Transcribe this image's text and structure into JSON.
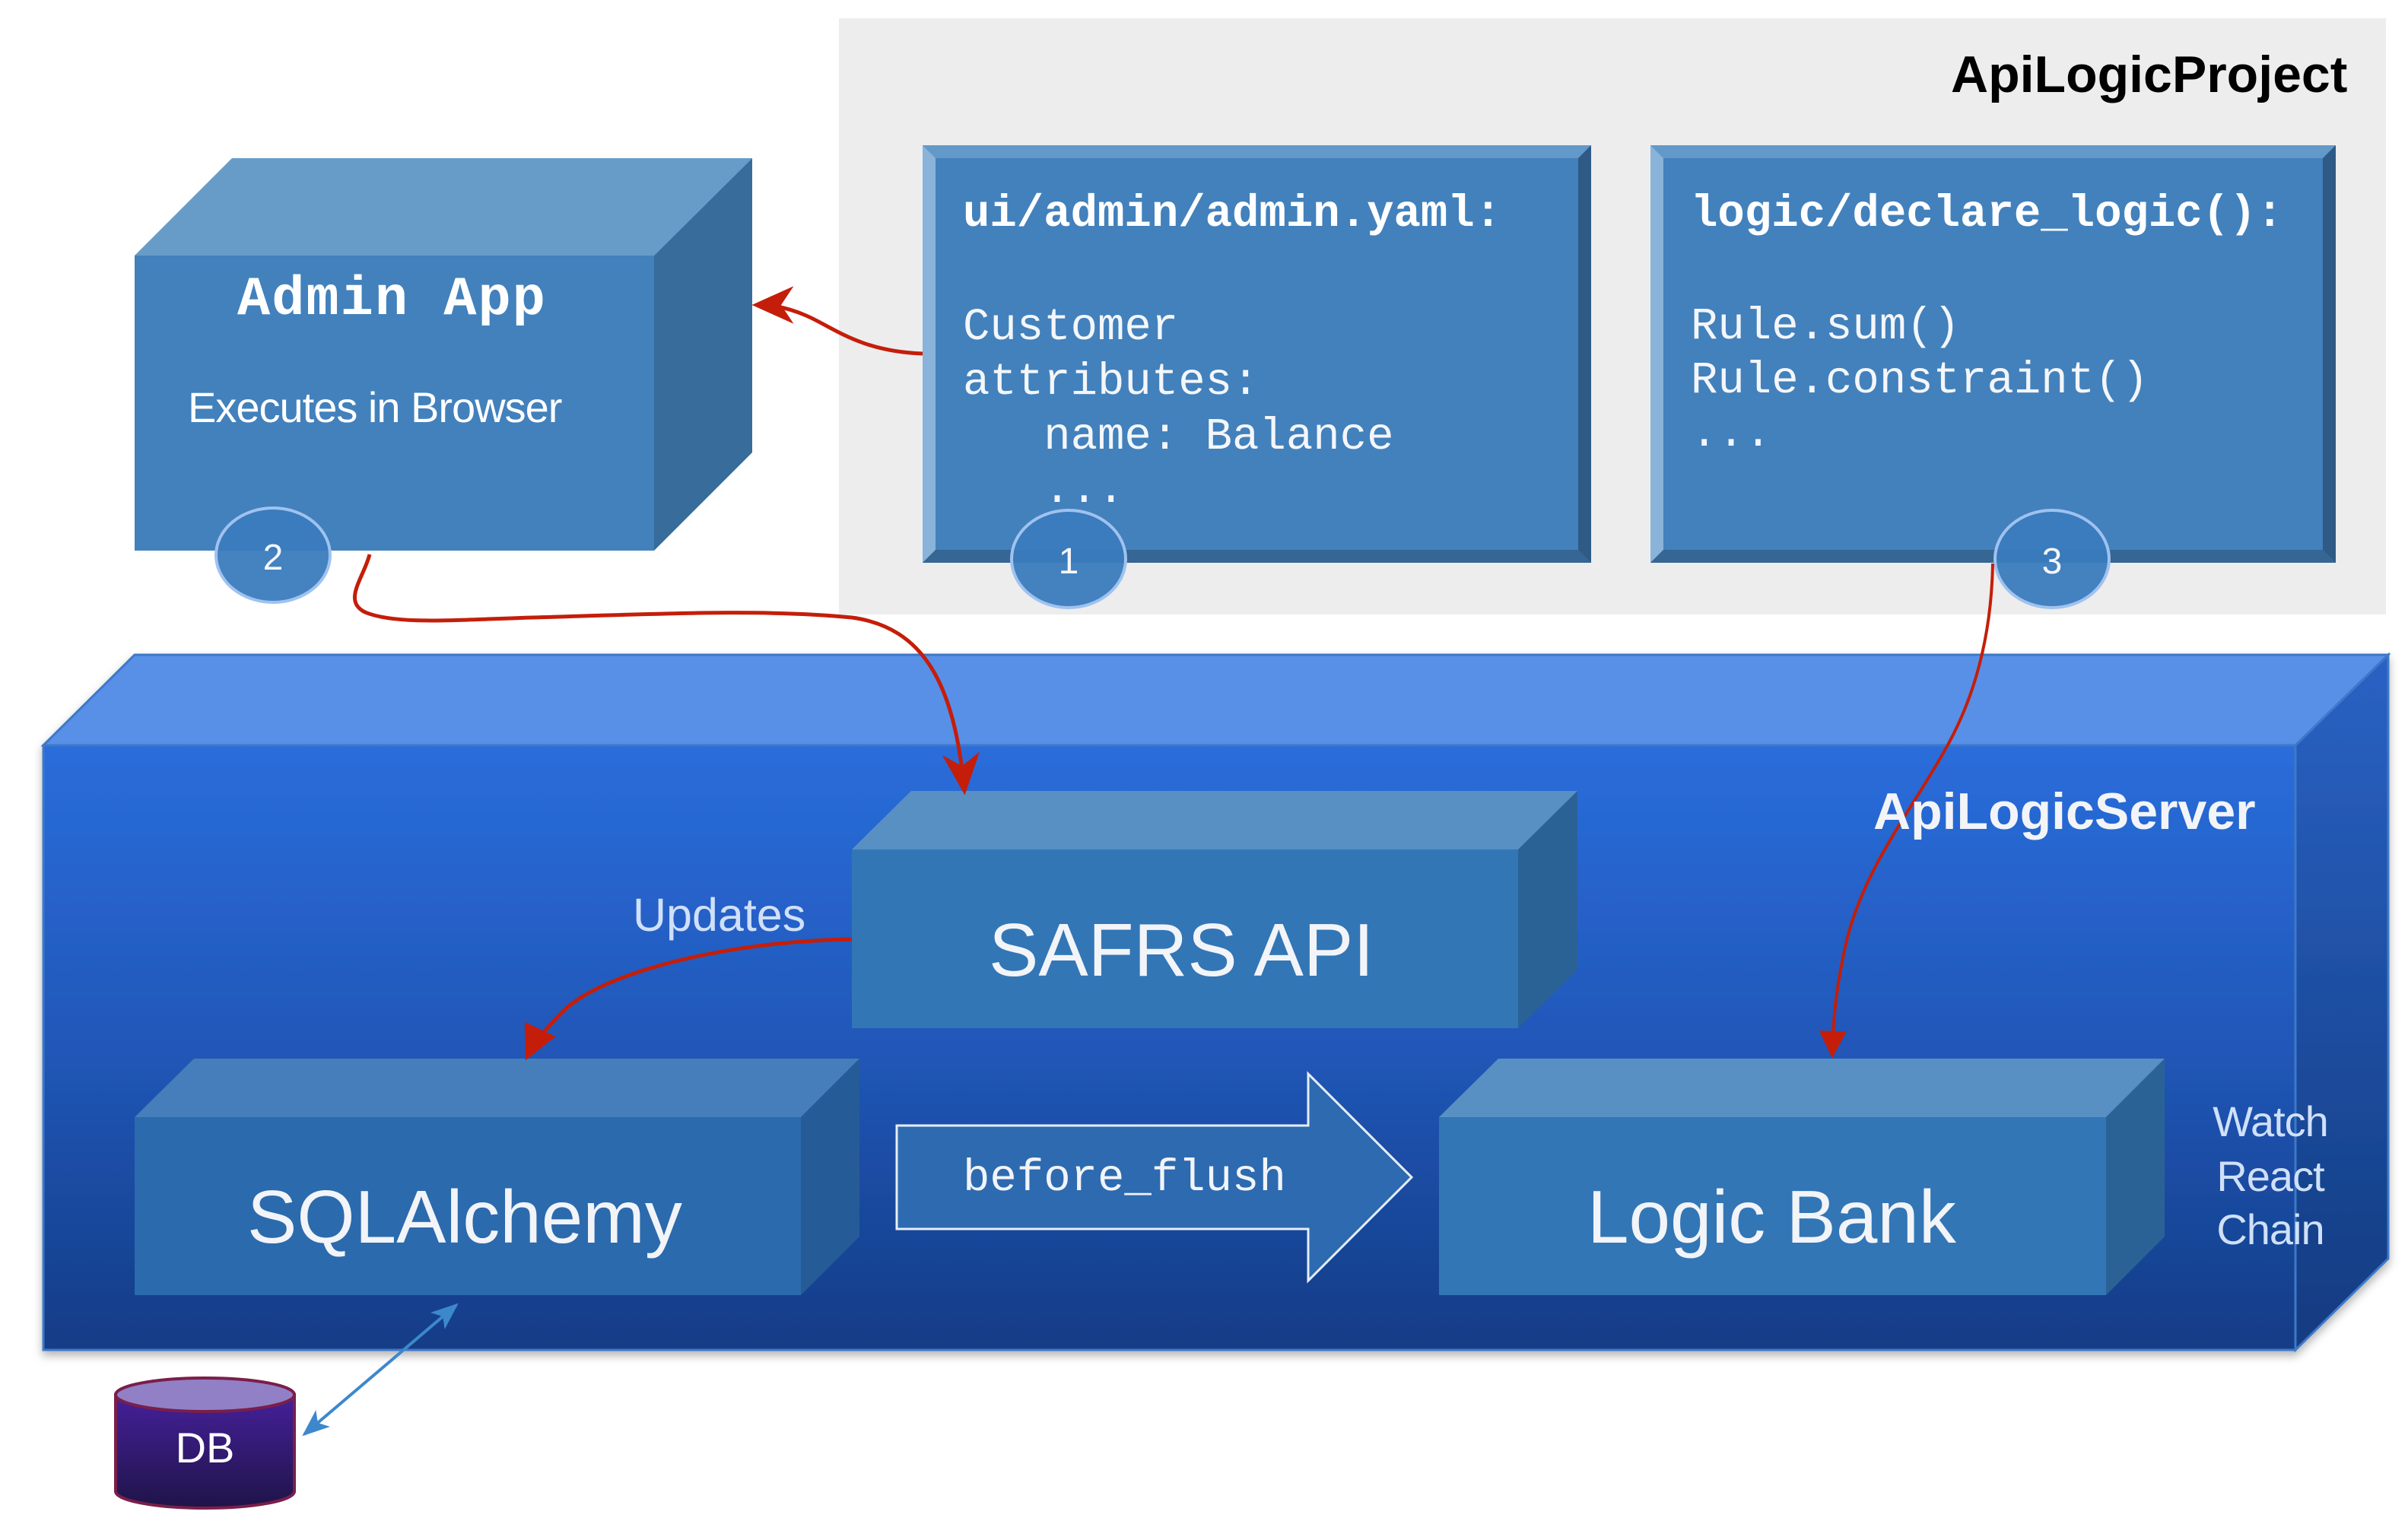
{
  "colors": {
    "project_panel": "#ededed",
    "box_face": "#4281bc",
    "server_front_top": "#2a6ddb",
    "server_front_bottom": "#123d87",
    "server_top": "#5890e8",
    "component_face": "#3276b6",
    "flow_arrow_red": "#c41e0a",
    "db_arrow_blue": "#3d88cc",
    "db_fill": "#3a1a86",
    "db_top": "#9180c6"
  },
  "project": {
    "title": "ApiLogicProject",
    "yaml_box": {
      "title": "ui/admin/admin.yaml:",
      "lines": [
        "Customer",
        "attributes:",
        "   name: Balance",
        "   ..."
      ],
      "step": "1"
    },
    "logic_box": {
      "title": "logic/declare_logic():",
      "lines": [
        "Rule.sum()",
        "Rule.constraint()",
        "..."
      ],
      "step": "3"
    }
  },
  "admin_app": {
    "title": "Admin App",
    "subtitle": "Executes in Browser",
    "step": "2"
  },
  "server": {
    "title": "ApiLogicServer",
    "safrs": "SAFRS API",
    "sqlalchemy": "SQLAlchemy",
    "logic_bank": "Logic Bank",
    "event_arrow": "before_flush",
    "updates_label": "Updates",
    "logic_bank_notes": [
      "Watch",
      "React",
      "Chain"
    ]
  },
  "db": {
    "label": "DB"
  },
  "connections": [
    {
      "from": "yaml_box",
      "to": "admin_app",
      "style": "red-curve"
    },
    {
      "from": "admin_app",
      "to": "safrs",
      "style": "red-curve"
    },
    {
      "from": "logic_box",
      "to": "logic_bank",
      "style": "red-curve"
    },
    {
      "from": "safrs",
      "to": "sqlalchemy",
      "style": "red-curve",
      "label": "Updates"
    },
    {
      "from": "sqlalchemy",
      "to": "db",
      "style": "blue-double-arrow"
    },
    {
      "from": "sqlalchemy",
      "to": "logic_bank",
      "style": "block-arrow",
      "label": "before_flush"
    }
  ]
}
